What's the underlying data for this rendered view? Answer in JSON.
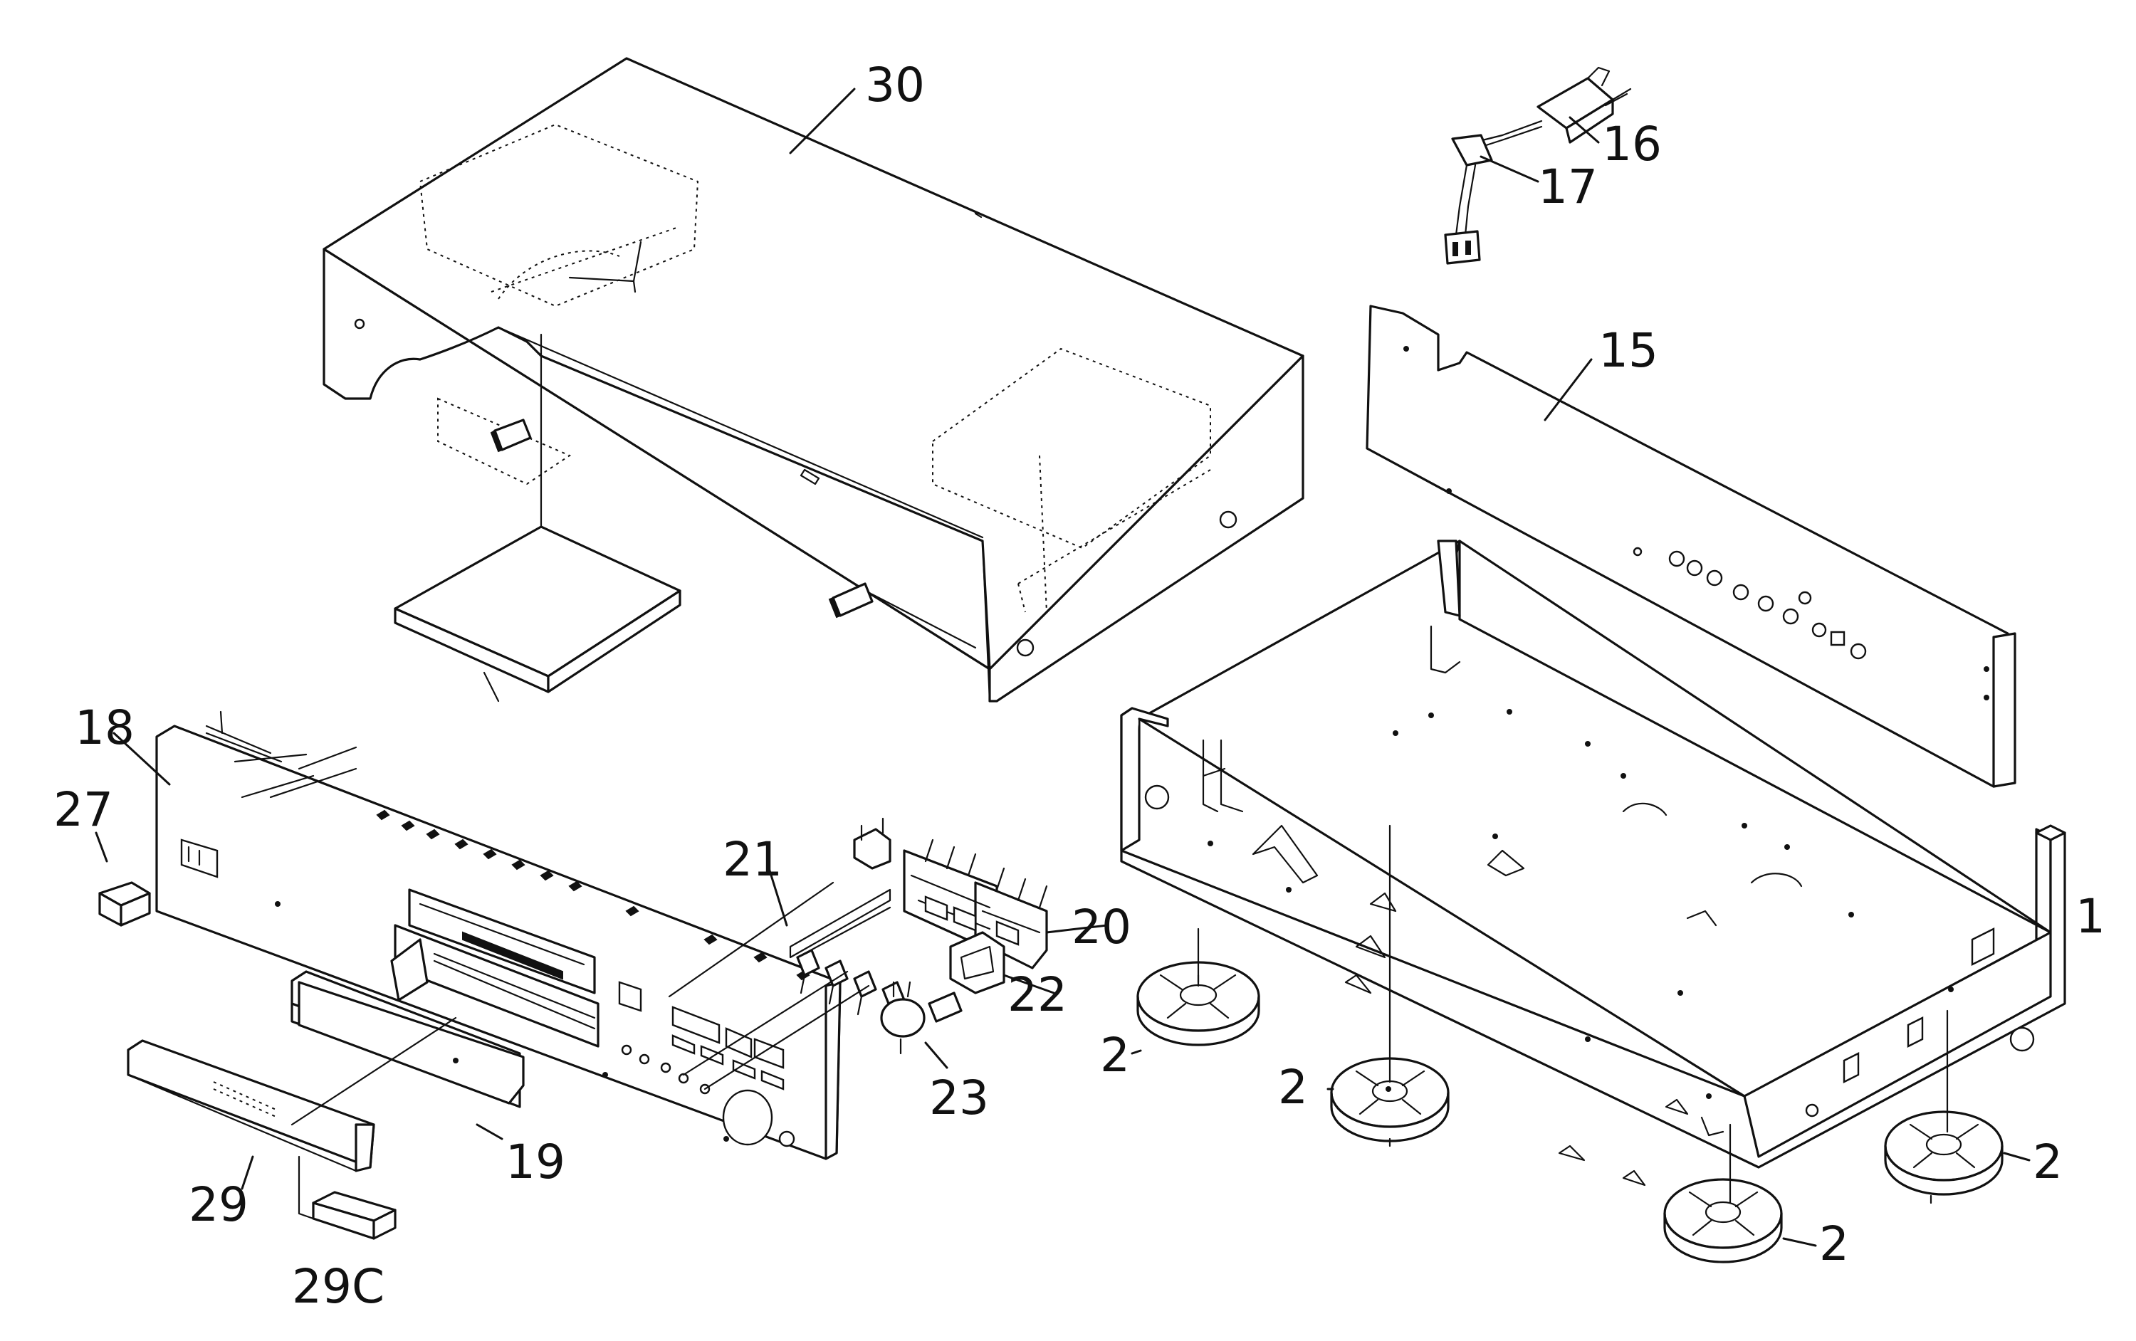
{
  "callouts": {
    "c30": "30",
    "c16": "16",
    "c17": "17",
    "c15": "15",
    "c18": "18",
    "c27": "27",
    "c21": "21",
    "c20": "20",
    "c1": "1",
    "c22": "22",
    "c23": "23",
    "c2a": "2",
    "c2b": "2",
    "c2c": "2",
    "c2d": "2",
    "c19": "19",
    "c29": "29",
    "c29c": "29C"
  }
}
